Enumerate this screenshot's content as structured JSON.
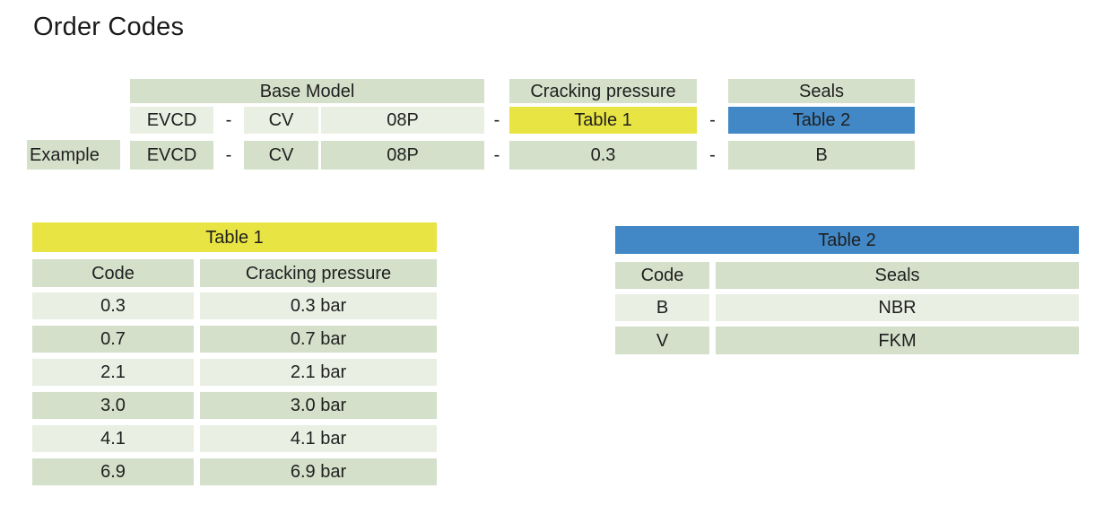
{
  "title": "Order Codes",
  "order_code_builder": {
    "group_headers": {
      "base_model": "Base Model",
      "cracking_pressure": "Cracking pressure",
      "seals": "Seals"
    },
    "separator": "-",
    "code_row": {
      "family": "EVCD",
      "type": "CV",
      "size": "08P",
      "cracking_pressure_ref": "Table 1",
      "seals_ref": "Table 2"
    },
    "example_row": {
      "label": "Example",
      "family": "EVCD",
      "type": "CV",
      "size": "08P",
      "cracking_pressure": "0.3",
      "seals": "B"
    }
  },
  "table1": {
    "title": "Table 1",
    "columns": [
      "Code",
      "Cracking pressure"
    ],
    "rows": [
      [
        "0.3",
        "0.3 bar"
      ],
      [
        "0.7",
        "0.7 bar"
      ],
      [
        "2.1",
        "2.1 bar"
      ],
      [
        "3.0",
        "3.0 bar"
      ],
      [
        "4.1",
        "4.1 bar"
      ],
      [
        "6.9",
        "6.9 bar"
      ]
    ]
  },
  "table2": {
    "title": "Table 2",
    "columns": [
      "Code",
      "Seals"
    ],
    "rows": [
      [
        "B",
        "NBR"
      ],
      [
        "V",
        "FKM"
      ]
    ]
  },
  "colors": {
    "highlight_yellow": "#e8e443",
    "highlight_blue": "#4288c6",
    "row_light": "#e9efe2",
    "row_medium": "#d4e0ca",
    "text": "#1f1f1f"
  }
}
